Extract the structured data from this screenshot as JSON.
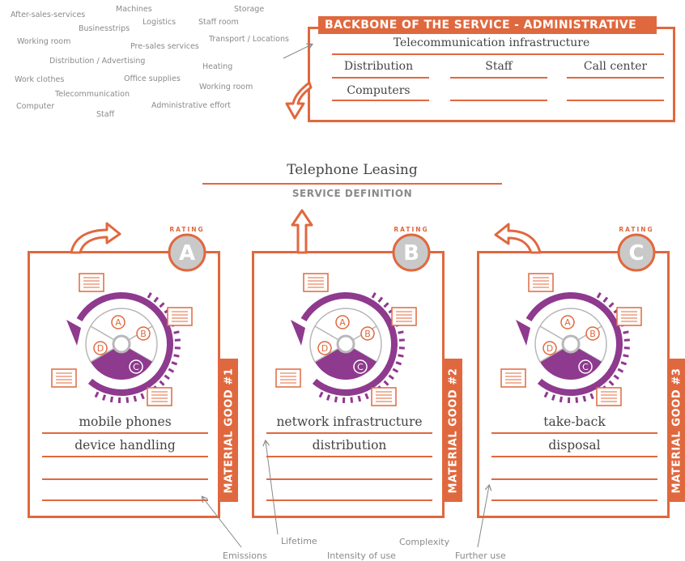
{
  "word_cloud": [
    "After-sales-services",
    "Machines",
    "Storage",
    "Businesstrips",
    "Logistics",
    "Staff room",
    "Working room",
    "Pre-sales services",
    "Transport / Locations",
    "Distribution / Advertising",
    "Heating",
    "Work clothes",
    "Office supplies",
    "Working room",
    "Telecommunication",
    "Computer",
    "Administrative effort",
    "Staff"
  ],
  "backbone": {
    "title": "BACKBONE OF THE SERVICE - ADMINISTRATIVE",
    "row1": "Telecommunication infrastructure",
    "row2": [
      "Distribution",
      "Staff",
      "Call center"
    ],
    "row3": [
      "Computers",
      "",
      ""
    ]
  },
  "service": {
    "name": "Telephone Leasing",
    "subtitle": "SERVICE DEFINITION"
  },
  "cards": [
    {
      "rating_word": "RATING",
      "rating_letter": "A",
      "tab": "MATERIAL GOOD #1",
      "lines": [
        "mobile phones",
        "device handling",
        "",
        ""
      ],
      "wheel_letters": [
        "A",
        "B",
        "C",
        "D"
      ]
    },
    {
      "rating_word": "RATING",
      "rating_letter": "B",
      "tab": "MATERIAL GOOD #2",
      "lines": [
        "network infrastructure",
        "distribution",
        "",
        ""
      ],
      "wheel_letters": [
        "A",
        "B",
        "C",
        "D"
      ]
    },
    {
      "rating_word": "RATING",
      "rating_letter": "C",
      "tab": "MATERIAL GOOD #3",
      "lines": [
        "take-back",
        "disposal",
        "",
        ""
      ],
      "wheel_letters": [
        "A",
        "B",
        "C",
        "D"
      ]
    }
  ],
  "criteria": [
    "Emissions",
    "Lifetime",
    "Intensity of use",
    "Complexity",
    "Further use"
  ],
  "colors": {
    "accent": "#e0683e",
    "purple": "#8e3a8e",
    "grey": "#b8b8b8"
  }
}
